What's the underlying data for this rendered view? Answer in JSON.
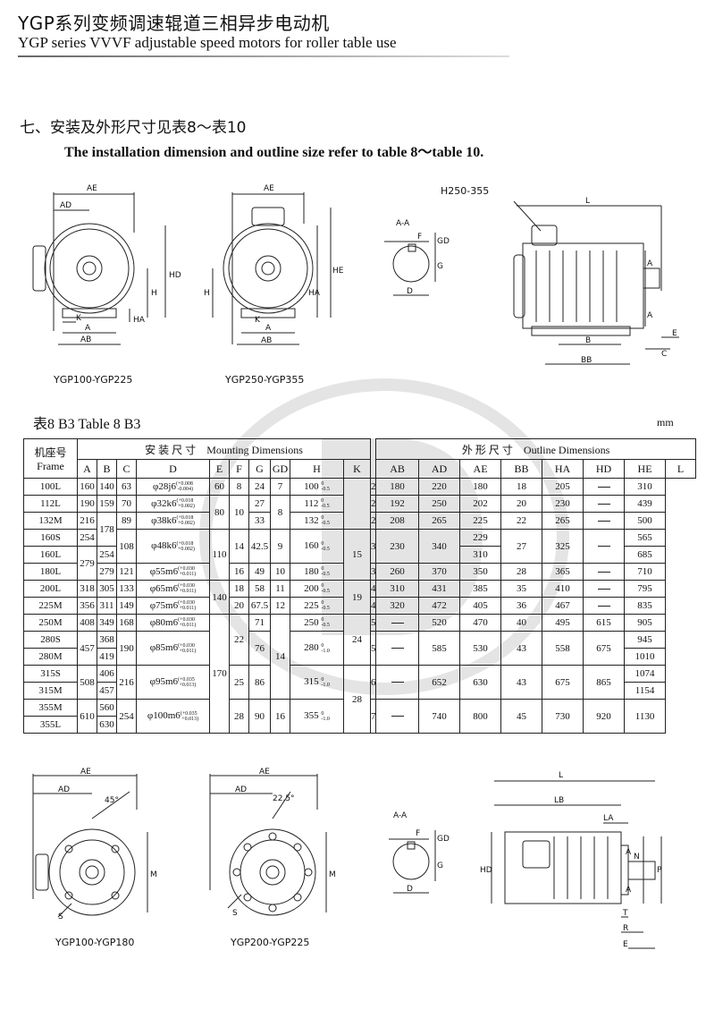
{
  "header": {
    "title_cn": "YGP系列变频调速辊道三相异步电动机",
    "title_en": "YGP series VVVF adjustable speed motors for roller table use"
  },
  "section": {
    "title_cn": "七、安装及外形尺寸见表8～表10",
    "title_en": "The installation dimension and outline size refer to table 8～table 10."
  },
  "drawings_top": {
    "d1_caption": "YGP100-YGP225",
    "d2_caption": "YGP250-YGP355",
    "d4_label": "H250-355",
    "section_label": "A-A",
    "dims": {
      "AE": "AE",
      "AD": "AD",
      "HD": "HD",
      "HE": "HE",
      "H": "H",
      "HA": "HA",
      "K": "K",
      "A": "A",
      "AB": "AB",
      "F": "F",
      "GD": "GD",
      "G": "G",
      "D": "D",
      "L": "L",
      "B": "B",
      "BB": "BB",
      "C": "C",
      "E": "E"
    }
  },
  "table": {
    "title": "表8   B3      Table 8   B3",
    "unit": "mm",
    "group_mount_cn": "安 装 尺 寸",
    "group_mount_en": "Mounting  Dimensions",
    "group_outline_cn": "外 形 尺 寸",
    "group_outline_en": "Outline  Dimensions",
    "frame_cn": "机座号",
    "frame_en": "Frame",
    "cols": [
      "A",
      "B",
      "C",
      "D",
      "E",
      "F",
      "G",
      "GD",
      "H",
      "K",
      "AB",
      "AD",
      "AE",
      "BB",
      "HA",
      "HD",
      "HE",
      "L"
    ],
    "rows": [
      {
        "frame": "100L",
        "A": "160",
        "B": "140",
        "C": "63",
        "D": "φ28j6",
        "Dtol": [
          "+0.008",
          "-0.004"
        ],
        "E": "60",
        "F": "8",
        "G": "24",
        "GD": "7",
        "H": "100",
        "K": "",
        "AB": "200",
        "AD": "180",
        "AE": "220",
        "BB": "180",
        "HA": "18",
        "HD": "205",
        "HE": "—",
        "L": "310"
      },
      {
        "frame": "112L",
        "A": "190",
        "B": "159",
        "C": "70",
        "D": "φ32k6",
        "Dtol": [
          "+0.018",
          "+0.002"
        ],
        "E": "80",
        "F": "10",
        "G": "27",
        "GD": "8",
        "H": "112",
        "K": "12",
        "AB": "235",
        "AD": "192",
        "AE": "250",
        "BB": "202",
        "HA": "20",
        "HD": "230",
        "HE": "—",
        "L": "439"
      },
      {
        "frame": "132M",
        "A": "216",
        "B": "178",
        "C": "89",
        "D": "φ38k6",
        "Dtol": [
          "+0.018",
          "+0.002"
        ],
        "E": "",
        "F": "",
        "G": "33",
        "GD": "",
        "H": "132",
        "K": "",
        "AB": "265",
        "AD": "208",
        "AE": "265",
        "BB": "225",
        "HA": "22",
        "HD": "265",
        "HE": "—",
        "L": "500"
      },
      {
        "frame": "160S",
        "A": "254",
        "B": "",
        "C": "108",
        "D": "φ48k6",
        "Dtol": [
          "+0.018",
          "+0.002"
        ],
        "E": "110",
        "F": "14",
        "G": "42.5",
        "GD": "9",
        "H": "160",
        "K": "15",
        "AB": "315",
        "AD": "230",
        "AE": "340",
        "BB": "229",
        "HA": "27",
        "HD": "325",
        "HE": "—",
        "L": "565"
      },
      {
        "frame": "160L",
        "A": "279",
        "B": "254",
        "C": "",
        "D": "",
        "E": "",
        "F": "",
        "G": "",
        "GD": "",
        "H": "",
        "K": "",
        "AB": "",
        "AD": "",
        "AE": "",
        "BB": "310",
        "HA": "",
        "HD": "",
        "HE": "",
        "L": "685"
      },
      {
        "frame": "180L",
        "A": "",
        "B": "279",
        "C": "121",
        "D": "φ55m6",
        "Dtol": [
          "+0.030",
          "+0.011"
        ],
        "E": "",
        "F": "16",
        "G": "49",
        "GD": "10",
        "H": "180",
        "K": "",
        "AB": "360",
        "AD": "260",
        "AE": "370",
        "BB": "350",
        "HA": "28",
        "HD": "365",
        "HE": "—",
        "L": "710"
      },
      {
        "frame": "200L",
        "A": "318",
        "B": "305",
        "C": "133",
        "D": "φ65m6",
        "Dtol": [
          "+0.030",
          "+0.011"
        ],
        "E": "140",
        "F": "18",
        "G": "58",
        "GD": "11",
        "H": "200",
        "K": "19",
        "AB": "415",
        "AD": "310",
        "AE": "431",
        "BB": "385",
        "HA": "35",
        "HD": "410",
        "HE": "—",
        "L": "795"
      },
      {
        "frame": "225M",
        "A": "356",
        "B": "311",
        "C": "149",
        "D": "φ75m6",
        "Dtol": [
          "+0.030",
          "+0.011"
        ],
        "E": "",
        "F": "20",
        "G": "67.5",
        "GD": "12",
        "H": "225",
        "K": "",
        "AB": "470",
        "AD": "320",
        "AE": "472",
        "BB": "405",
        "HA": "36",
        "HD": "467",
        "HE": "—",
        "L": "835"
      },
      {
        "frame": "250M",
        "A": "408",
        "B": "349",
        "C": "168",
        "D": "φ80m6",
        "Dtol": [
          "+0.030",
          "+0.011"
        ],
        "E": "170",
        "F": "22",
        "G": "71",
        "GD": "14",
        "H": "250",
        "K": "24",
        "AB": "520",
        "AD": "—",
        "AE": "520",
        "BB": "470",
        "HA": "40",
        "HD": "495",
        "HE": "615",
        "L": "905"
      },
      {
        "frame": "280S",
        "A": "457",
        "B": "368",
        "C": "190",
        "D": "φ85m6",
        "Dtol": [
          "+0.030",
          "+0.011"
        ],
        "E": "",
        "F": "",
        "G": "76",
        "GD": "",
        "H": "280",
        "K": "",
        "AB": "565",
        "AD": "—",
        "AE": "585",
        "BB": "530",
        "HA": "43",
        "HD": "558",
        "HE": "675",
        "L": "945"
      },
      {
        "frame": "280M",
        "A": "",
        "B": "419",
        "C": "",
        "D": "",
        "E": "",
        "F": "",
        "G": "",
        "GD": "",
        "H": "",
        "K": "",
        "AB": "",
        "AD": "",
        "AE": "",
        "BB": "",
        "HA": "",
        "HD": "",
        "HE": "",
        "L": "1010"
      },
      {
        "frame": "315S",
        "A": "508",
        "B": "406",
        "C": "216",
        "D": "φ95m6",
        "Dtol": [
          "+0.035",
          "+0.013"
        ],
        "E": "",
        "F": "25",
        "G": "86",
        "GD": "",
        "H": "315",
        "K": "28",
        "AB": "640",
        "AD": "—",
        "AE": "652",
        "BB": "630",
        "HA": "43",
        "HD": "675",
        "HE": "865",
        "L": "1074"
      },
      {
        "frame": "315M",
        "A": "",
        "B": "457",
        "C": "",
        "D": "",
        "E": "",
        "F": "",
        "G": "",
        "GD": "",
        "H": "",
        "K": "",
        "AB": "",
        "AD": "",
        "AE": "",
        "BB": "",
        "HA": "",
        "HD": "",
        "HE": "",
        "L": "1154"
      },
      {
        "frame": "355M",
        "A": "610",
        "B": "560",
        "C": "254",
        "D": "φ100m6",
        "Dtol": [
          "+0.035",
          "+0.013"
        ],
        "E": "210",
        "F": "28",
        "G": "90",
        "GD": "16",
        "H": "355",
        "K": "",
        "AB": "740",
        "AD": "—",
        "AE": "740",
        "BB": "800",
        "HA": "45",
        "HD": "730",
        "HE": "920",
        "L": "1130"
      },
      {
        "frame": "355L",
        "A": "",
        "B": "630",
        "C": "",
        "D": "",
        "E": "",
        "F": "",
        "G": "",
        "GD": "",
        "H": "",
        "K": "",
        "AB": "",
        "AD": "",
        "AE": "",
        "BB": "",
        "HA": "",
        "HD": "",
        "HE": "",
        "L": ""
      }
    ],
    "h_tol": {
      "100L": [
        "0",
        "-0.5"
      ],
      "112L": [
        "0",
        "-0.5"
      ],
      "132M": [
        "0",
        "-0.5"
      ],
      "160S": [
        "0",
        "-0.5"
      ],
      "180L": [
        "0",
        "-0.5"
      ],
      "200L": [
        "0",
        "-0.5"
      ],
      "225M": [
        "0",
        "-0.5"
      ],
      "250M": [
        "0",
        "-0.5"
      ],
      "280S": [
        "0",
        "-1.0"
      ],
      "315S": [
        "0",
        "-1.0"
      ],
      "355M": [
        "0",
        "-1.0"
      ]
    }
  },
  "drawings_bottom": {
    "d1_caption": "YGP100-YGP180",
    "d2_caption": "YGP200-YGP225",
    "angle1": "45°",
    "angle2": "22.5°",
    "section_label": "A-A",
    "dims": {
      "AE": "AE",
      "AD": "AD",
      "M": "M",
      "S": "S",
      "F": "F",
      "GD": "GD",
      "G": "G",
      "D": "D",
      "L": "L",
      "LB": "LB",
      "LA": "LA",
      "N": "N",
      "P": "P",
      "A": "A",
      "HD": "HD",
      "T": "T",
      "R": "R",
      "E": "E"
    }
  },
  "watermark": {
    "text": "Gear"
  }
}
